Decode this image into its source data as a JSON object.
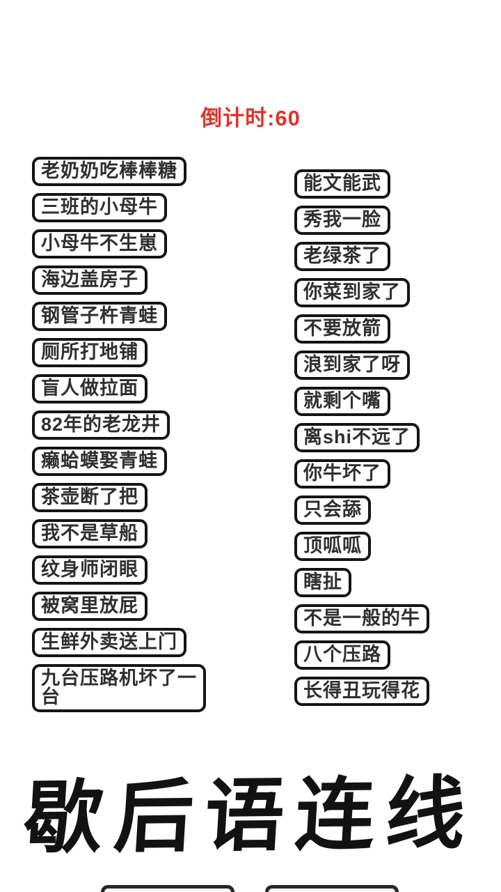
{
  "countdown": {
    "label": "倒计时:60"
  },
  "title": "歇后语连线",
  "left_items": [
    "老奶奶吃棒棒糖",
    "三班的小母牛",
    "小母牛不生崽",
    "海边盖房子",
    "钢管子杵青蛙",
    "厕所打地铺",
    "盲人做拉面",
    "82年的老龙井",
    "癞蛤蟆娶青蛙",
    "茶壶断了把",
    "我不是草船",
    "纹身师闭眼",
    "被窝里放屁",
    "生鲜外卖送上门",
    "九台压路机坏了一台"
  ],
  "right_items": [
    "能文能武",
    "秀我一脸",
    "老绿茶了",
    "你菜到家了",
    "不要放箭",
    "浪到家了呀",
    "就剩个嘴",
    "离shi不远了",
    "你牛坏了",
    "只会舔",
    "顶呱呱",
    "瞎扯",
    "不是一般的牛",
    "八个压路",
    "长得丑玩得花"
  ],
  "colors": {
    "countdown": "#e0322a",
    "box_border": "#141414",
    "box_text": "#2f2f2f",
    "title": "#121212"
  }
}
